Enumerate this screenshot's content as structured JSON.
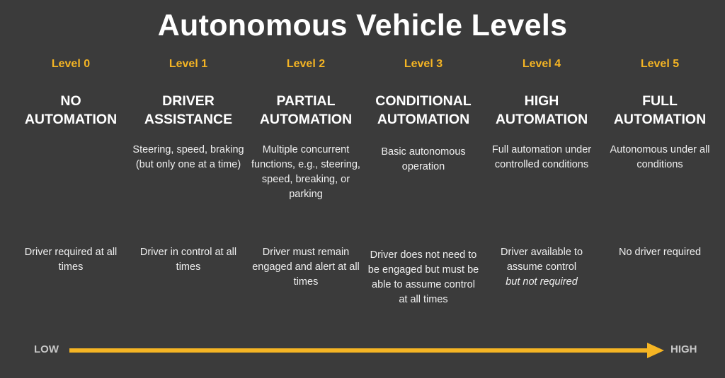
{
  "title": "Autonomous Vehicle Levels",
  "levels": [
    {
      "level": "Level 0",
      "name_line1": "NO",
      "name_line2": "AUTOMATION",
      "description": "",
      "driver": "Driver required at all times",
      "driver_italic": ""
    },
    {
      "level": "Level 1",
      "name_line1": "DRIVER",
      "name_line2": "ASSISTANCE",
      "description": "Steering, speed, braking (but only one at a time)",
      "driver": "Driver in control at all times",
      "driver_italic": ""
    },
    {
      "level": "Level 2",
      "name_line1": "PARTIAL",
      "name_line2": "AUTOMATION",
      "description": "Multiple concurrent functions, e.g., steering, speed, breaking, or parking",
      "driver": "Driver must remain engaged and alert at all times",
      "driver_italic": ""
    },
    {
      "level": "Level 3",
      "name_line1": "CONDITIONAL",
      "name_line2": "AUTOMATION",
      "description": "Basic autonomous operation",
      "driver": "Driver does not need to be engaged but must be able to assume control at all times",
      "driver_italic": ""
    },
    {
      "level": "Level 4",
      "name_line1": "HIGH",
      "name_line2": "AUTOMATION",
      "description": "Full automation under controlled conditions",
      "driver": "Driver available to assume control",
      "driver_italic": "but not required"
    },
    {
      "level": "Level 5",
      "name_line1": "FULL",
      "name_line2": "AUTOMATION",
      "description": "Autonomous under all conditions",
      "driver": "No driver required",
      "driver_italic": ""
    }
  ],
  "scale": {
    "low_label": "LOW",
    "high_label": "HIGH"
  },
  "colors": {
    "background": "#3b3b3b",
    "accent": "#f5b524",
    "text": "#ffffff",
    "scale_label": "#c8c8c8"
  }
}
